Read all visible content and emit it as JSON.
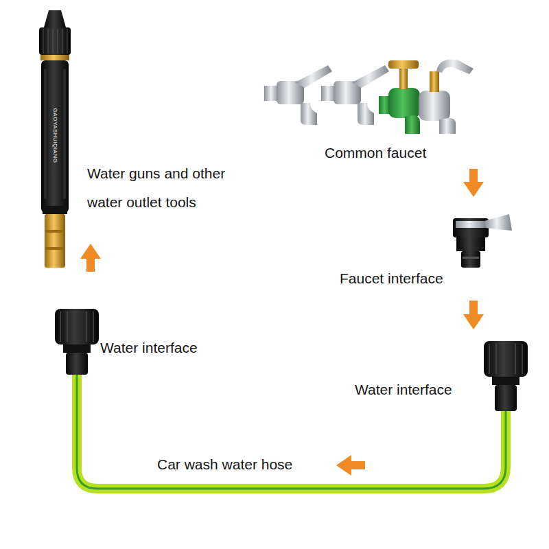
{
  "diagram": {
    "labels": [
      "GAOYASHUIQIANG",
      "Water guns and other water outlet tools",
      "Common faucet",
      "Faucet interface",
      "Water interface",
      "Water interface",
      "Car wash water hose"
    ]
  }
}
